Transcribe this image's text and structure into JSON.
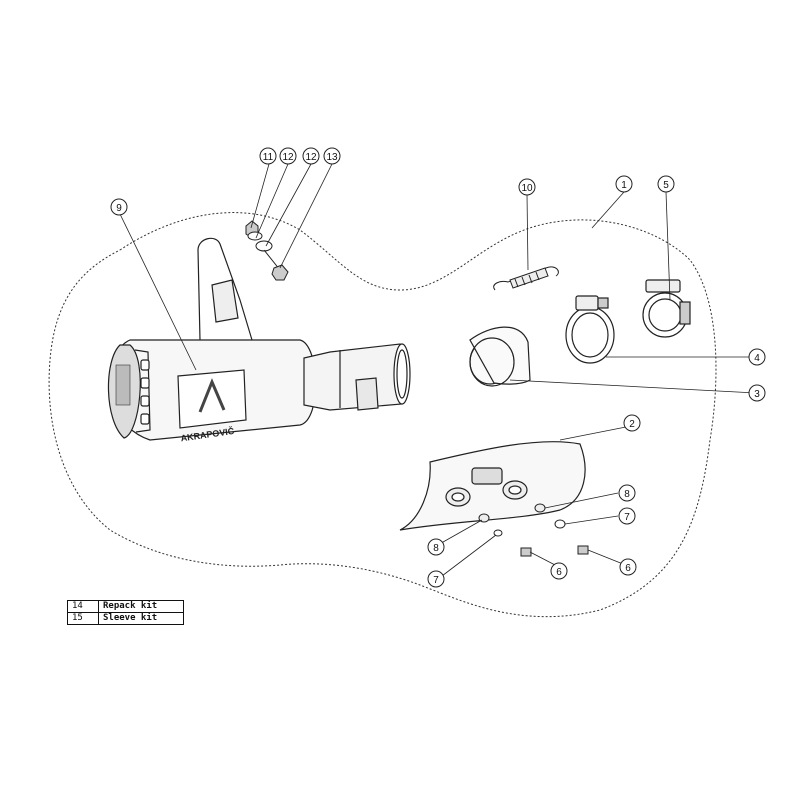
{
  "diagram": {
    "callouts": [
      {
        "id": "c1",
        "label": "1"
      },
      {
        "id": "c2",
        "label": "2"
      },
      {
        "id": "c3",
        "label": "3"
      },
      {
        "id": "c4",
        "label": "4"
      },
      {
        "id": "c5",
        "label": "5"
      },
      {
        "id": "c6a",
        "label": "6"
      },
      {
        "id": "c6b",
        "label": "6"
      },
      {
        "id": "c7a",
        "label": "7"
      },
      {
        "id": "c7b",
        "label": "7"
      },
      {
        "id": "c8a",
        "label": "8"
      },
      {
        "id": "c8b",
        "label": "8"
      },
      {
        "id": "c9",
        "label": "9"
      },
      {
        "id": "c10",
        "label": "10"
      },
      {
        "id": "c11",
        "label": "11"
      },
      {
        "id": "c12a",
        "label": "12"
      },
      {
        "id": "c12b",
        "label": "12"
      },
      {
        "id": "c13",
        "label": "13"
      }
    ],
    "brand_text": "AKRAPOVIČ",
    "kits": [
      {
        "number": "14",
        "description": "Repack kit"
      },
      {
        "number": "15",
        "description": "Sleeve kit"
      }
    ]
  }
}
